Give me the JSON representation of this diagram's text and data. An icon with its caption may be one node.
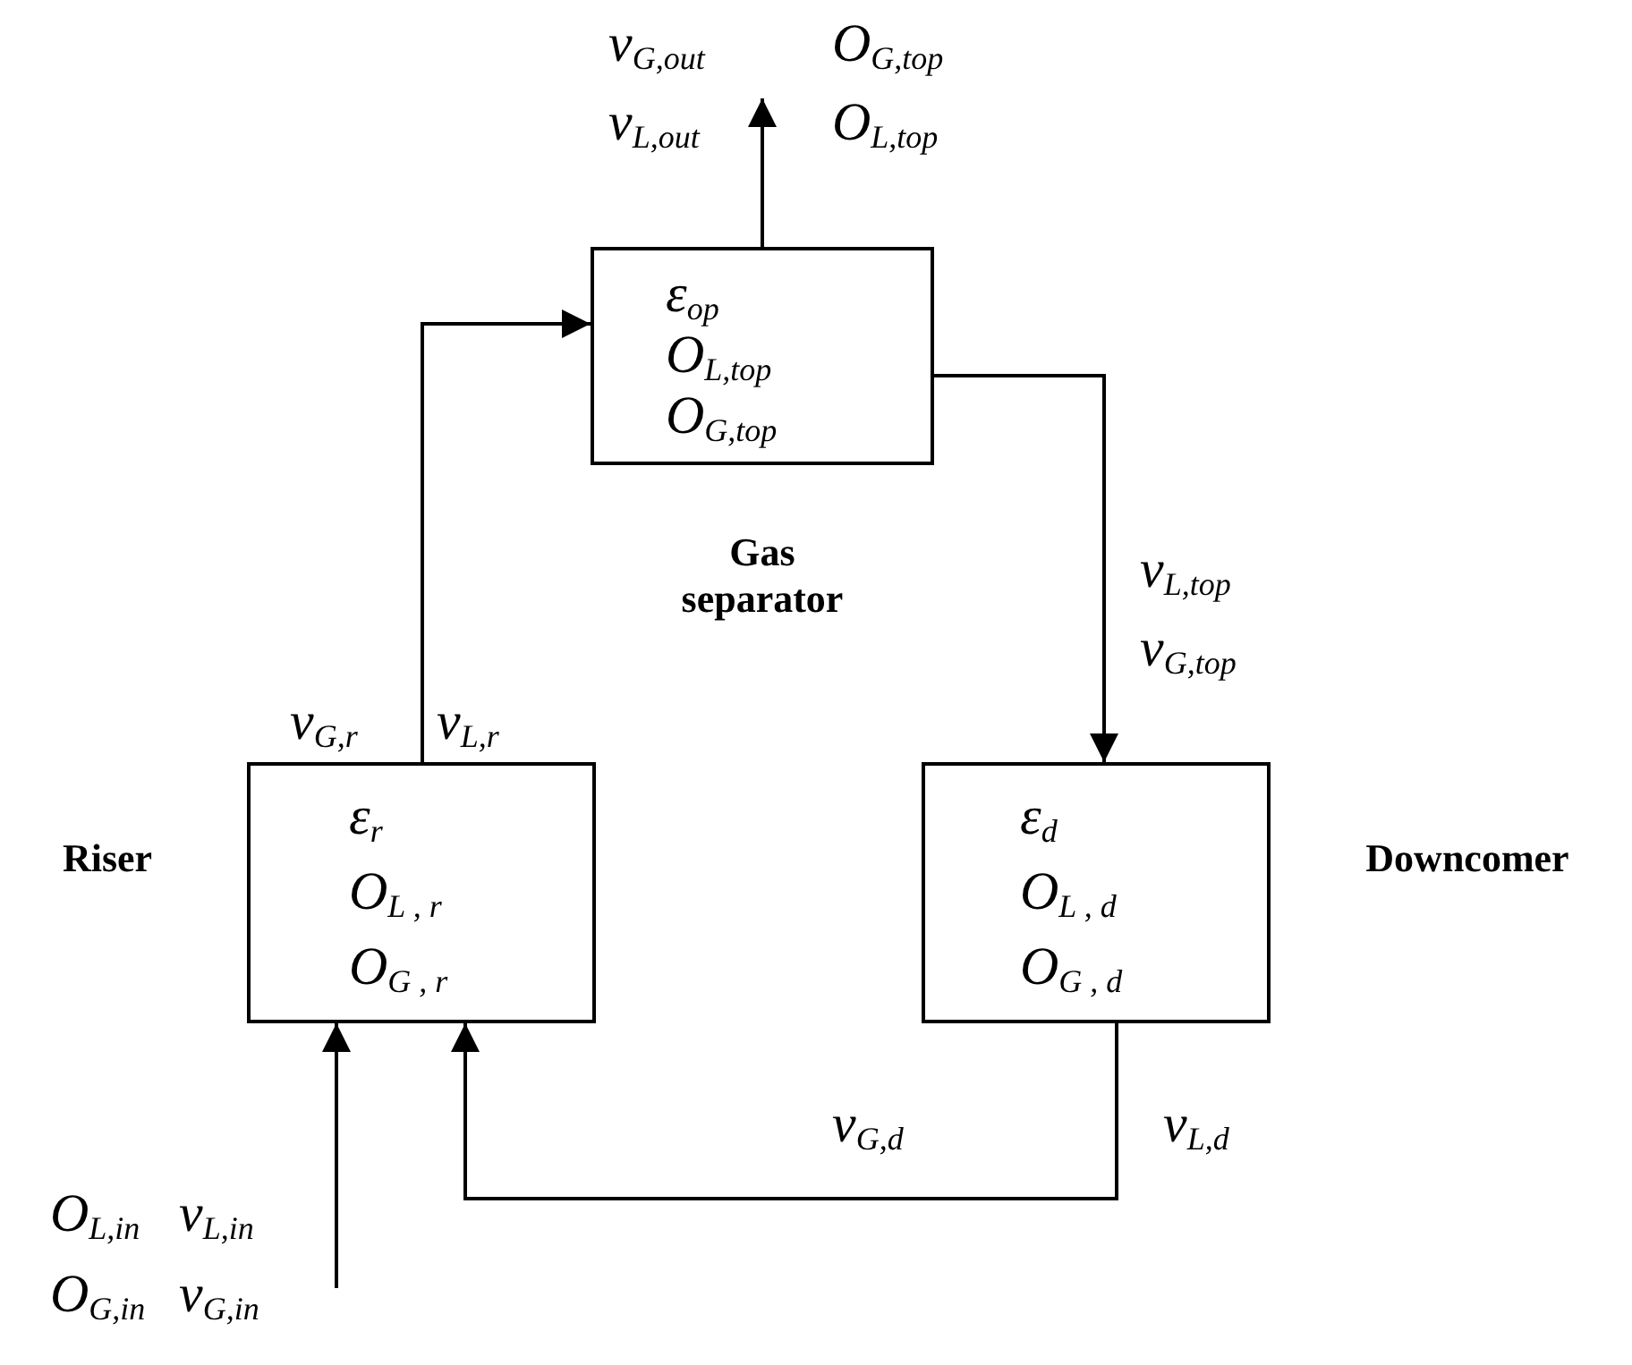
{
  "diagram": {
    "nodes": [
      {
        "text": [
          "ε$_{op}$",
          "O$_{L,top}$",
          "O$_{G,top}$"
        ],
        "beside": [
          "Gas separator"
        ]
      },
      {
        "text": [
          "ε$_{r}$",
          "O$_{L , r}$",
          "O$_{G , r}$"
        ],
        "beside": [
          "Riser"
        ]
      },
      {
        "text": [
          "ε$_{d}$",
          "O$_{L , d}$",
          "O$_{G , d}$"
        ],
        "beside": [
          "Downcomer"
        ]
      }
    ],
    "edges": [
      {
        "from": 0,
        "to": null,
        "arrow": "to"
      },
      {
        "from": 1,
        "to": 0,
        "arrow": "to"
      },
      {
        "from": 0,
        "to": 2,
        "arrow": "to"
      },
      {
        "from": 2,
        "to": 1,
        "arrow": "to"
      },
      {
        "from": null,
        "to": 1,
        "arrow": "to"
      }
    ],
    "labels": [
      "v$_{G,out}$",
      "O$_{G,top}$",
      "v$_{L,out}$",
      "O$_{L,top}$",
      "v$_{L,top}$",
      "v$_{G,top}$",
      "v$_{G,r}$",
      "v$_{L,r}$",
      "v$_{G,d}$",
      "v$_{L,d}$",
      "O$_{L,in}$",
      "v$_{L,in}$",
      "O$_{G,in}$",
      "v$_{G,in}$"
    ]
  }
}
